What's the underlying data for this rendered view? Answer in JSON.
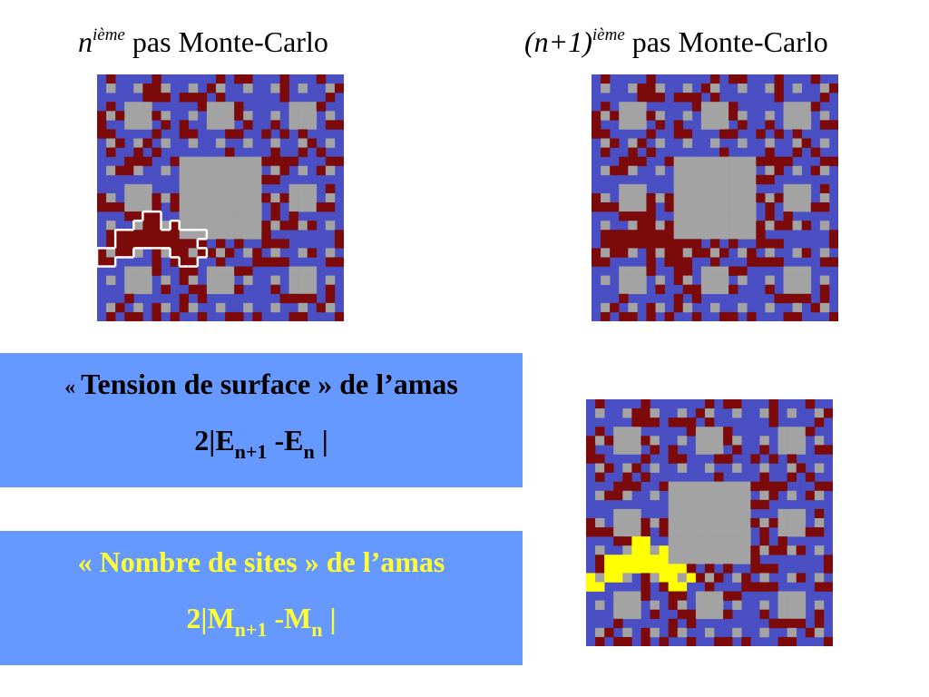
{
  "titles": {
    "left": {
      "n": "n",
      "sup": "ième",
      "text": " pas Monte-Carlo"
    },
    "right": {
      "n": "(n+1)",
      "sup": "ième",
      "text": " pas Monte-Carlo"
    }
  },
  "box_tension": {
    "open_quote": "« ",
    "label": "Tension de surface » de l’amas",
    "formula_a": "2|E",
    "sub_a": "n+1",
    "formula_b": " -E",
    "sub_b": "n",
    "formula_c": " |"
  },
  "box_sites": {
    "label": "« Nombre de sites » de l’amas",
    "formula_a": "2|M",
    "sub_a": "n+1",
    "formula_b": " -M",
    "sub_b": "n",
    "formula_c": " |"
  },
  "colors": {
    "blue": "#4a4fc4",
    "gray": "#a3a3a3",
    "red": "#7d0a0a",
    "yellow": "#ffff00",
    "box_bg": "#6699ff",
    "outline": "#ffffff"
  }
}
